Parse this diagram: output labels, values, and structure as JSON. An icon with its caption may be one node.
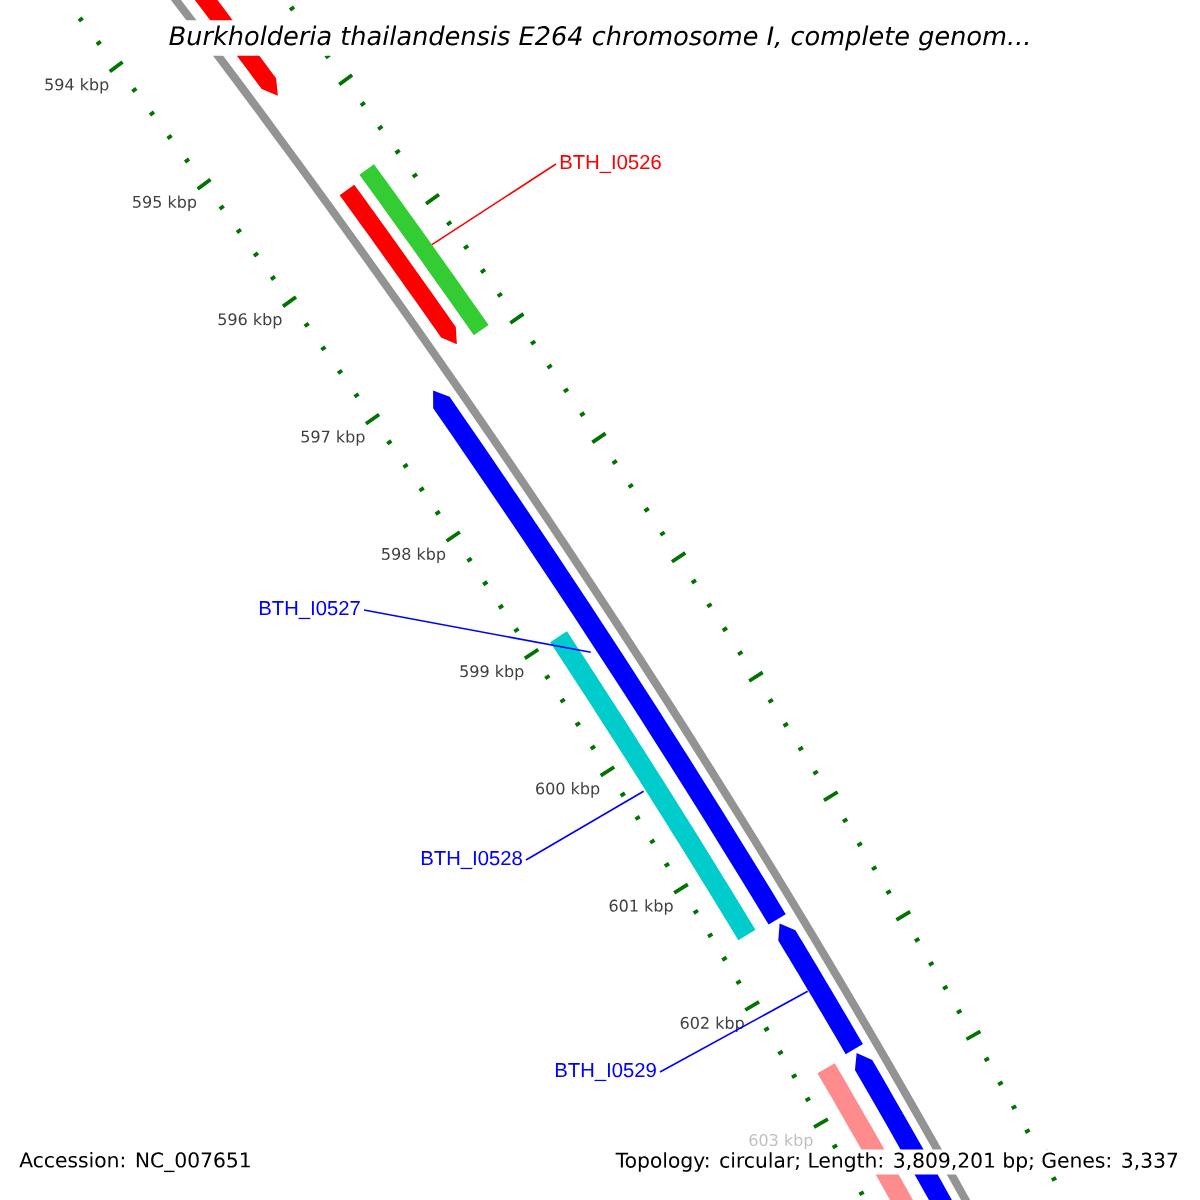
{
  "diagram": {
    "title": "Burkholderia thailandensis E264 chromosome I, complete genom...",
    "nodes": [
      {
        "text": [
          "BTH_I0526"
        ]
      },
      {
        "text": [],
        "shape": "bar"
      },
      {
        "text": [
          "BTH_I0527"
        ]
      },
      {
        "text": [],
        "shape": "bar"
      },
      {
        "text": [
          "BTH_I0528"
        ]
      },
      {
        "text": [],
        "shape": "bar"
      },
      {
        "text": [
          "BTH_I0529"
        ]
      },
      {
        "text": [],
        "shape": "bar"
      }
    ],
    "edges": [
      {
        "from": 0,
        "to": 1,
        "arrow": "none",
        "color": "#ff0000"
      },
      {
        "from": 2,
        "to": 3,
        "arrow": "none"
      },
      {
        "from": 4,
        "to": 5,
        "arrow": "none"
      },
      {
        "from": 6,
        "to": 7,
        "arrow": "none"
      }
    ],
    "labels": [
      "594 kbp",
      "595 kbp",
      "596 kbp",
      "597 kbp",
      "598 kbp",
      "599 kbp",
      "600 kbp",
      "601 kbp",
      "602 kbp",
      "603 kbp",
      "Accession: NC_007651",
      "Topology: circular; Length: 3,809,201 bp; Genes: 3,337"
    ]
  }
}
